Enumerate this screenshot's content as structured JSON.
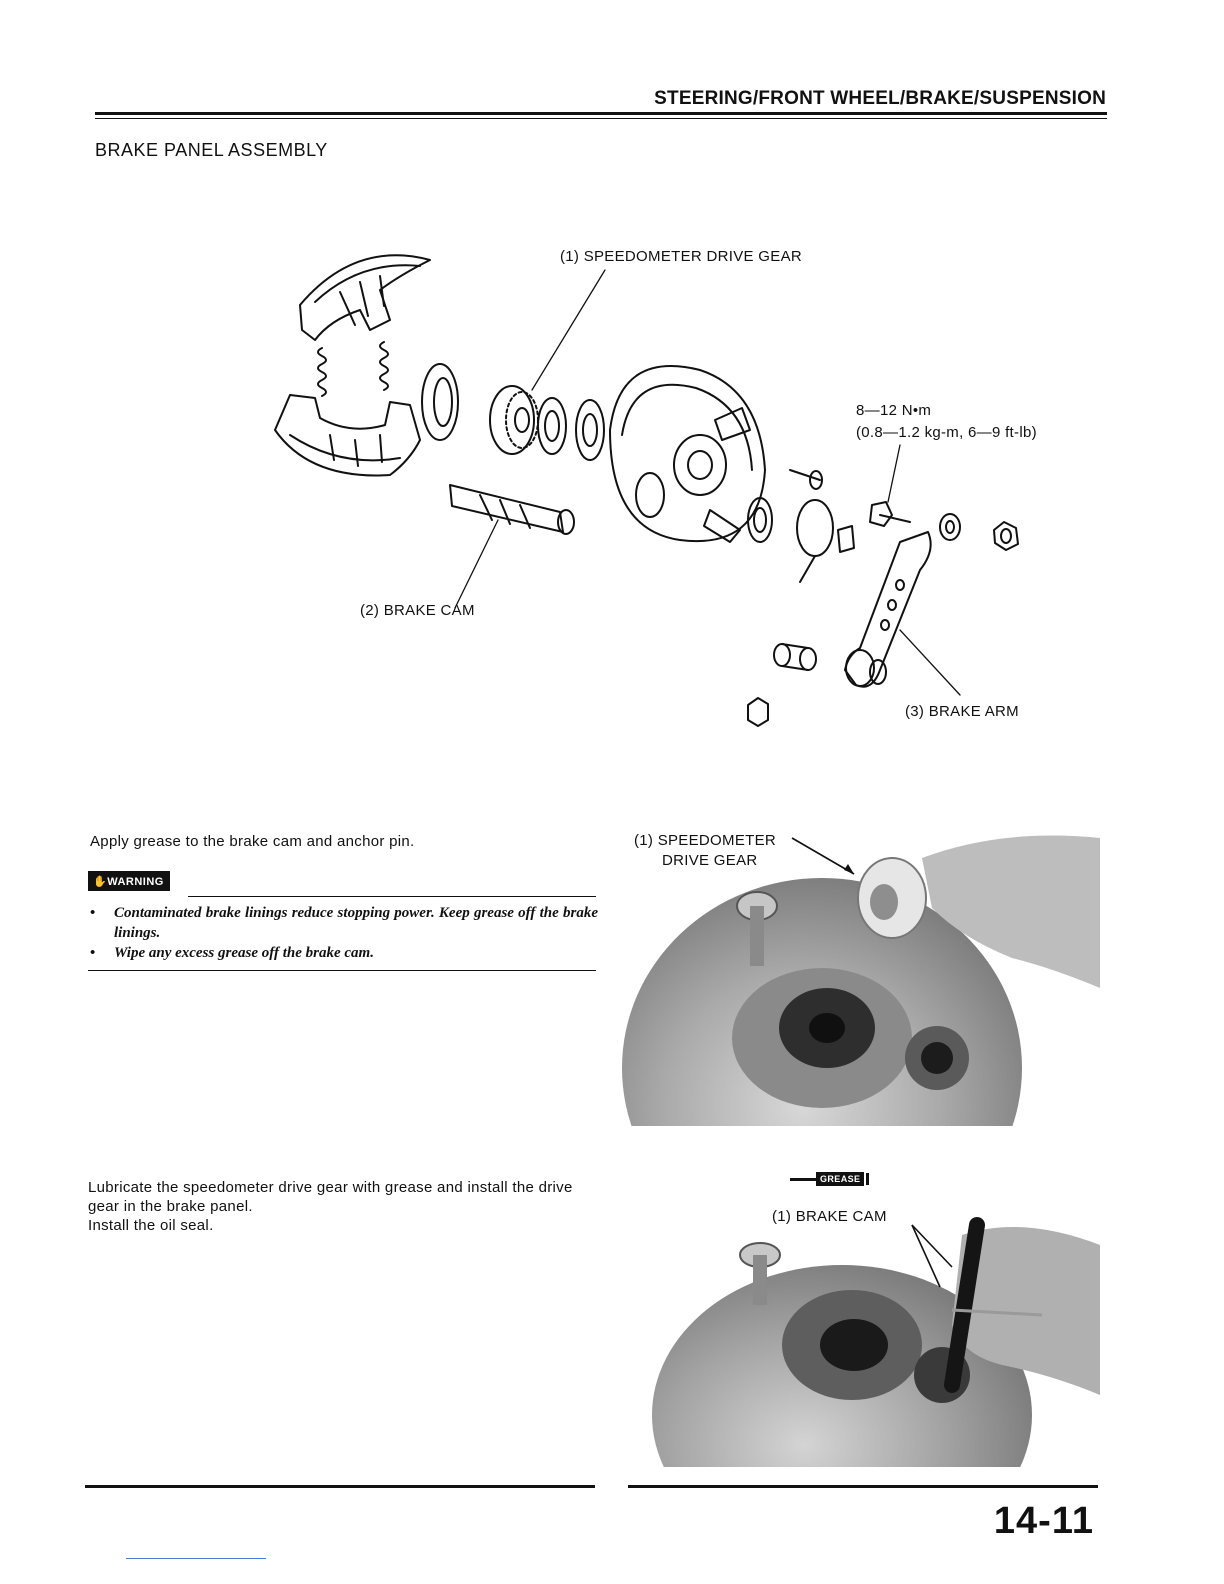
{
  "header": {
    "title": "STEERING/FRONT WHEEL/BRAKE/SUSPENSION"
  },
  "section": {
    "title": "BRAKE PANEL ASSEMBLY"
  },
  "diagram": {
    "labels": {
      "speedometer_gear": "(1) SPEEDOMETER DRIVE GEAR",
      "brake_cam": "(2) BRAKE CAM",
      "brake_arm": "(3) BRAKE ARM",
      "torque_line1": "8—12 N•m",
      "torque_line2": "(0.8—1.2 kg-m, 6—9 ft-lb)"
    }
  },
  "step1": {
    "text": "Apply grease to the brake cam and anchor pin.",
    "warning_label": "WARNING",
    "warnings": [
      "Contaminated brake linings reduce stopping power. Keep grease off the brake linings.",
      "Wipe any excess grease off the brake cam."
    ],
    "photo_label_line1": "(1) SPEEDOMETER",
    "photo_label_line2": "DRIVE GEAR"
  },
  "step2": {
    "text_line1": "Lubricate the speedometer drive gear with grease and install the drive gear in the brake panel.",
    "text_line2": "Install the oil seal.",
    "grease_symbol_label": "GREASE",
    "photo_label": "(1) BRAKE CAM"
  },
  "footer": {
    "page_number": "14-11"
  }
}
